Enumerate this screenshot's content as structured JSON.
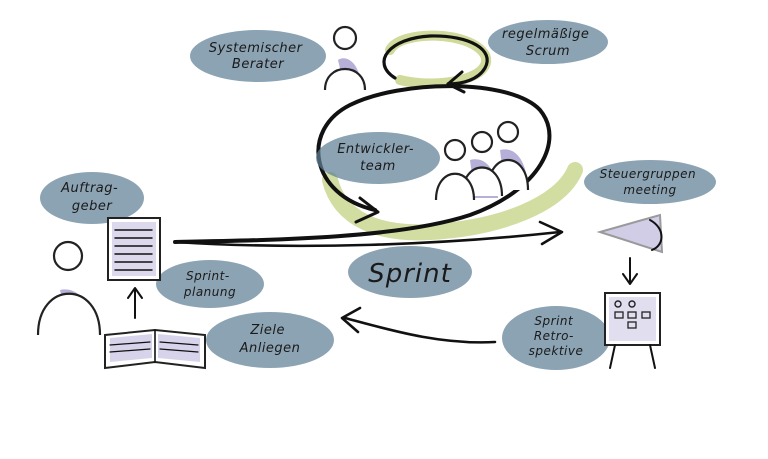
{
  "labels": {
    "systemischer_berater": [
      "Systemischer",
      "Berater"
    ],
    "regelmaessige_scrum": [
      "regelmäßige",
      "Scrum"
    ],
    "entwicklerteam": [
      "Entwickler-",
      "team"
    ],
    "auftraggeber": [
      "Auftrag-",
      "geber"
    ],
    "steuergruppenmeeting": [
      "Steuergruppen",
      "meeting"
    ],
    "sprint": "Sprint",
    "sprintplanung": [
      "Sprint-",
      "planung"
    ],
    "ziele_anliegen": [
      "Ziele",
      "Anliegen"
    ],
    "sprint_retrospektive": [
      "Sprint",
      "Retro-",
      "spektive"
    ]
  },
  "colors": {
    "label_blob": "#5f7f95",
    "accent_green": "#c7d48a",
    "accent_purple": "#7a6fb8",
    "ink": "#111111"
  }
}
